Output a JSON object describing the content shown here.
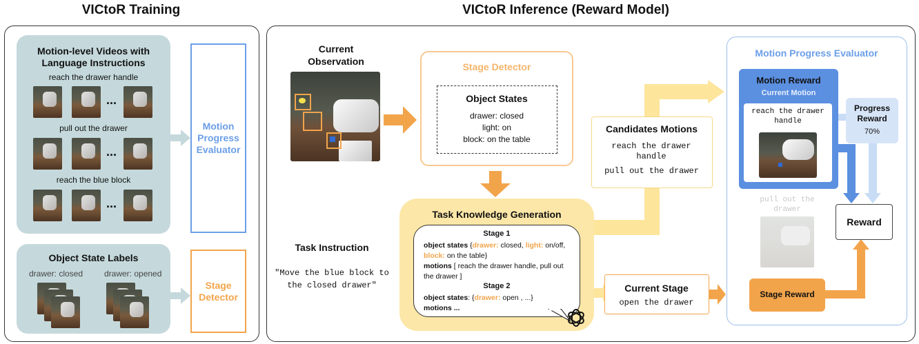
{
  "training": {
    "title": "VICtoR Training",
    "videos_title": "Motion-level Videos with Language Instructions",
    "instructions": [
      "reach the drawer handle",
      "pull out the drawer",
      "reach the blue block"
    ],
    "ellipsis": "...",
    "state_labels_title": "Object State Labels",
    "state_label_a": "drawer: closed",
    "state_label_b": "drawer: opened",
    "motion_evaluator": "Motion Progress Evaluator",
    "stage_detector": "Stage Detector"
  },
  "inference": {
    "title": "VICtoR Inference (Reward Model)",
    "current_observation": "Current Observation",
    "task_instruction_label": "Task Instruction",
    "task_instruction": "\"Move the blue block to the closed drawer\"",
    "stage_detector": {
      "title": "Stage Detector",
      "object_states_title": "Object States",
      "states": [
        "drawer: closed",
        "light: on",
        "block: on the table"
      ]
    },
    "candidates": {
      "title": "Candidates Motions",
      "items": [
        "reach the drawer handle",
        "pull out the drawer"
      ]
    },
    "tkg": {
      "title": "Task Knowledge Generation",
      "stage1": "Stage 1",
      "s1_os_label": "object states",
      "s1_open": " {",
      "s1_drawer": "drawer:",
      "s1_drawer_val": " closed, ",
      "s1_light": "light:",
      "s1_light_val": " on/off, ",
      "s1_block": "block:",
      "s1_block_val": " on the table}",
      "s1_motions_label": "motions",
      "s1_motions_val": " [ reach the drawer handle, pull out the drawer ]",
      "stage2": "Stage 2",
      "s2_os_label": "object states",
      "s2_open": ": {",
      "s2_drawer": "drawer:",
      "s2_drawer_val": " open , ...}",
      "s2_motions": "motions ..."
    },
    "current_stage": {
      "title": "Current Stage",
      "value": "open the drawer"
    },
    "mpe": {
      "title": "Motion Progress Evaluator",
      "motion_reward": "Motion Reward",
      "current_motion": "Current Motion",
      "current_motion_text": "reach the drawer handle",
      "progress_title": "Progress Reward",
      "progress_value": "70%",
      "faded_motion_text": "pull out the drawer",
      "reward": "Reward",
      "stage_reward": "Stage Reward"
    }
  },
  "colors": {
    "teal": "#c5d9dc",
    "blue": "#6b9ee8",
    "motion_reward_bg": "#5b8fe0",
    "orange": "#f2a44b",
    "tkg_bg": "#fce7a8",
    "arrow_yellow": "#fde59c"
  }
}
